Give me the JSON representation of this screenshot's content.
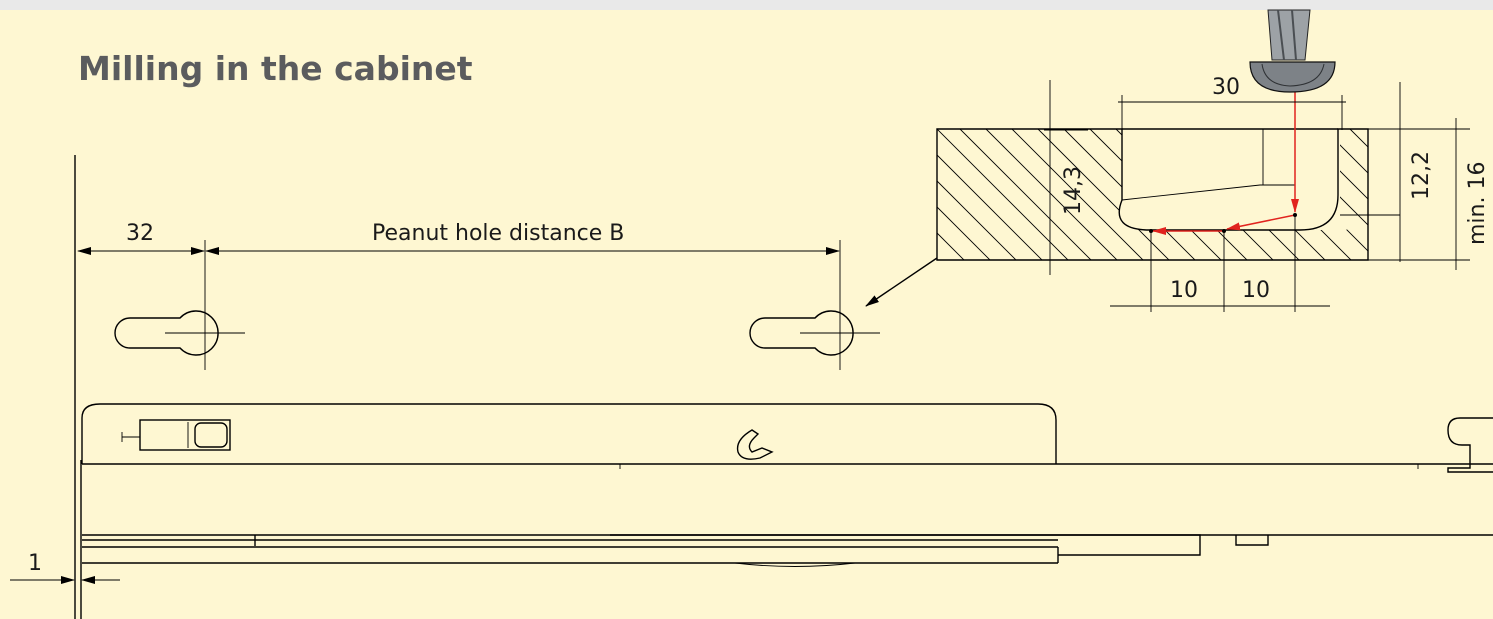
{
  "title": "Milling in the cabinet",
  "dimensions": {
    "left_offset": "32",
    "hole_distance": "Peanut hole distance B",
    "edge_offset": "1",
    "mill_width": "30",
    "depth_outer": "14,3",
    "depth_inner": "12,2",
    "min_thickness": "min. 16",
    "step_a": "10",
    "step_b": "10"
  },
  "colors": {
    "background": "#fef7d2",
    "title": "#5b5c5e",
    "toolpath": "#e1231e"
  },
  "icons": [
    "router-bit-icon",
    "release-lever-icon",
    "hook-clip-icon"
  ]
}
